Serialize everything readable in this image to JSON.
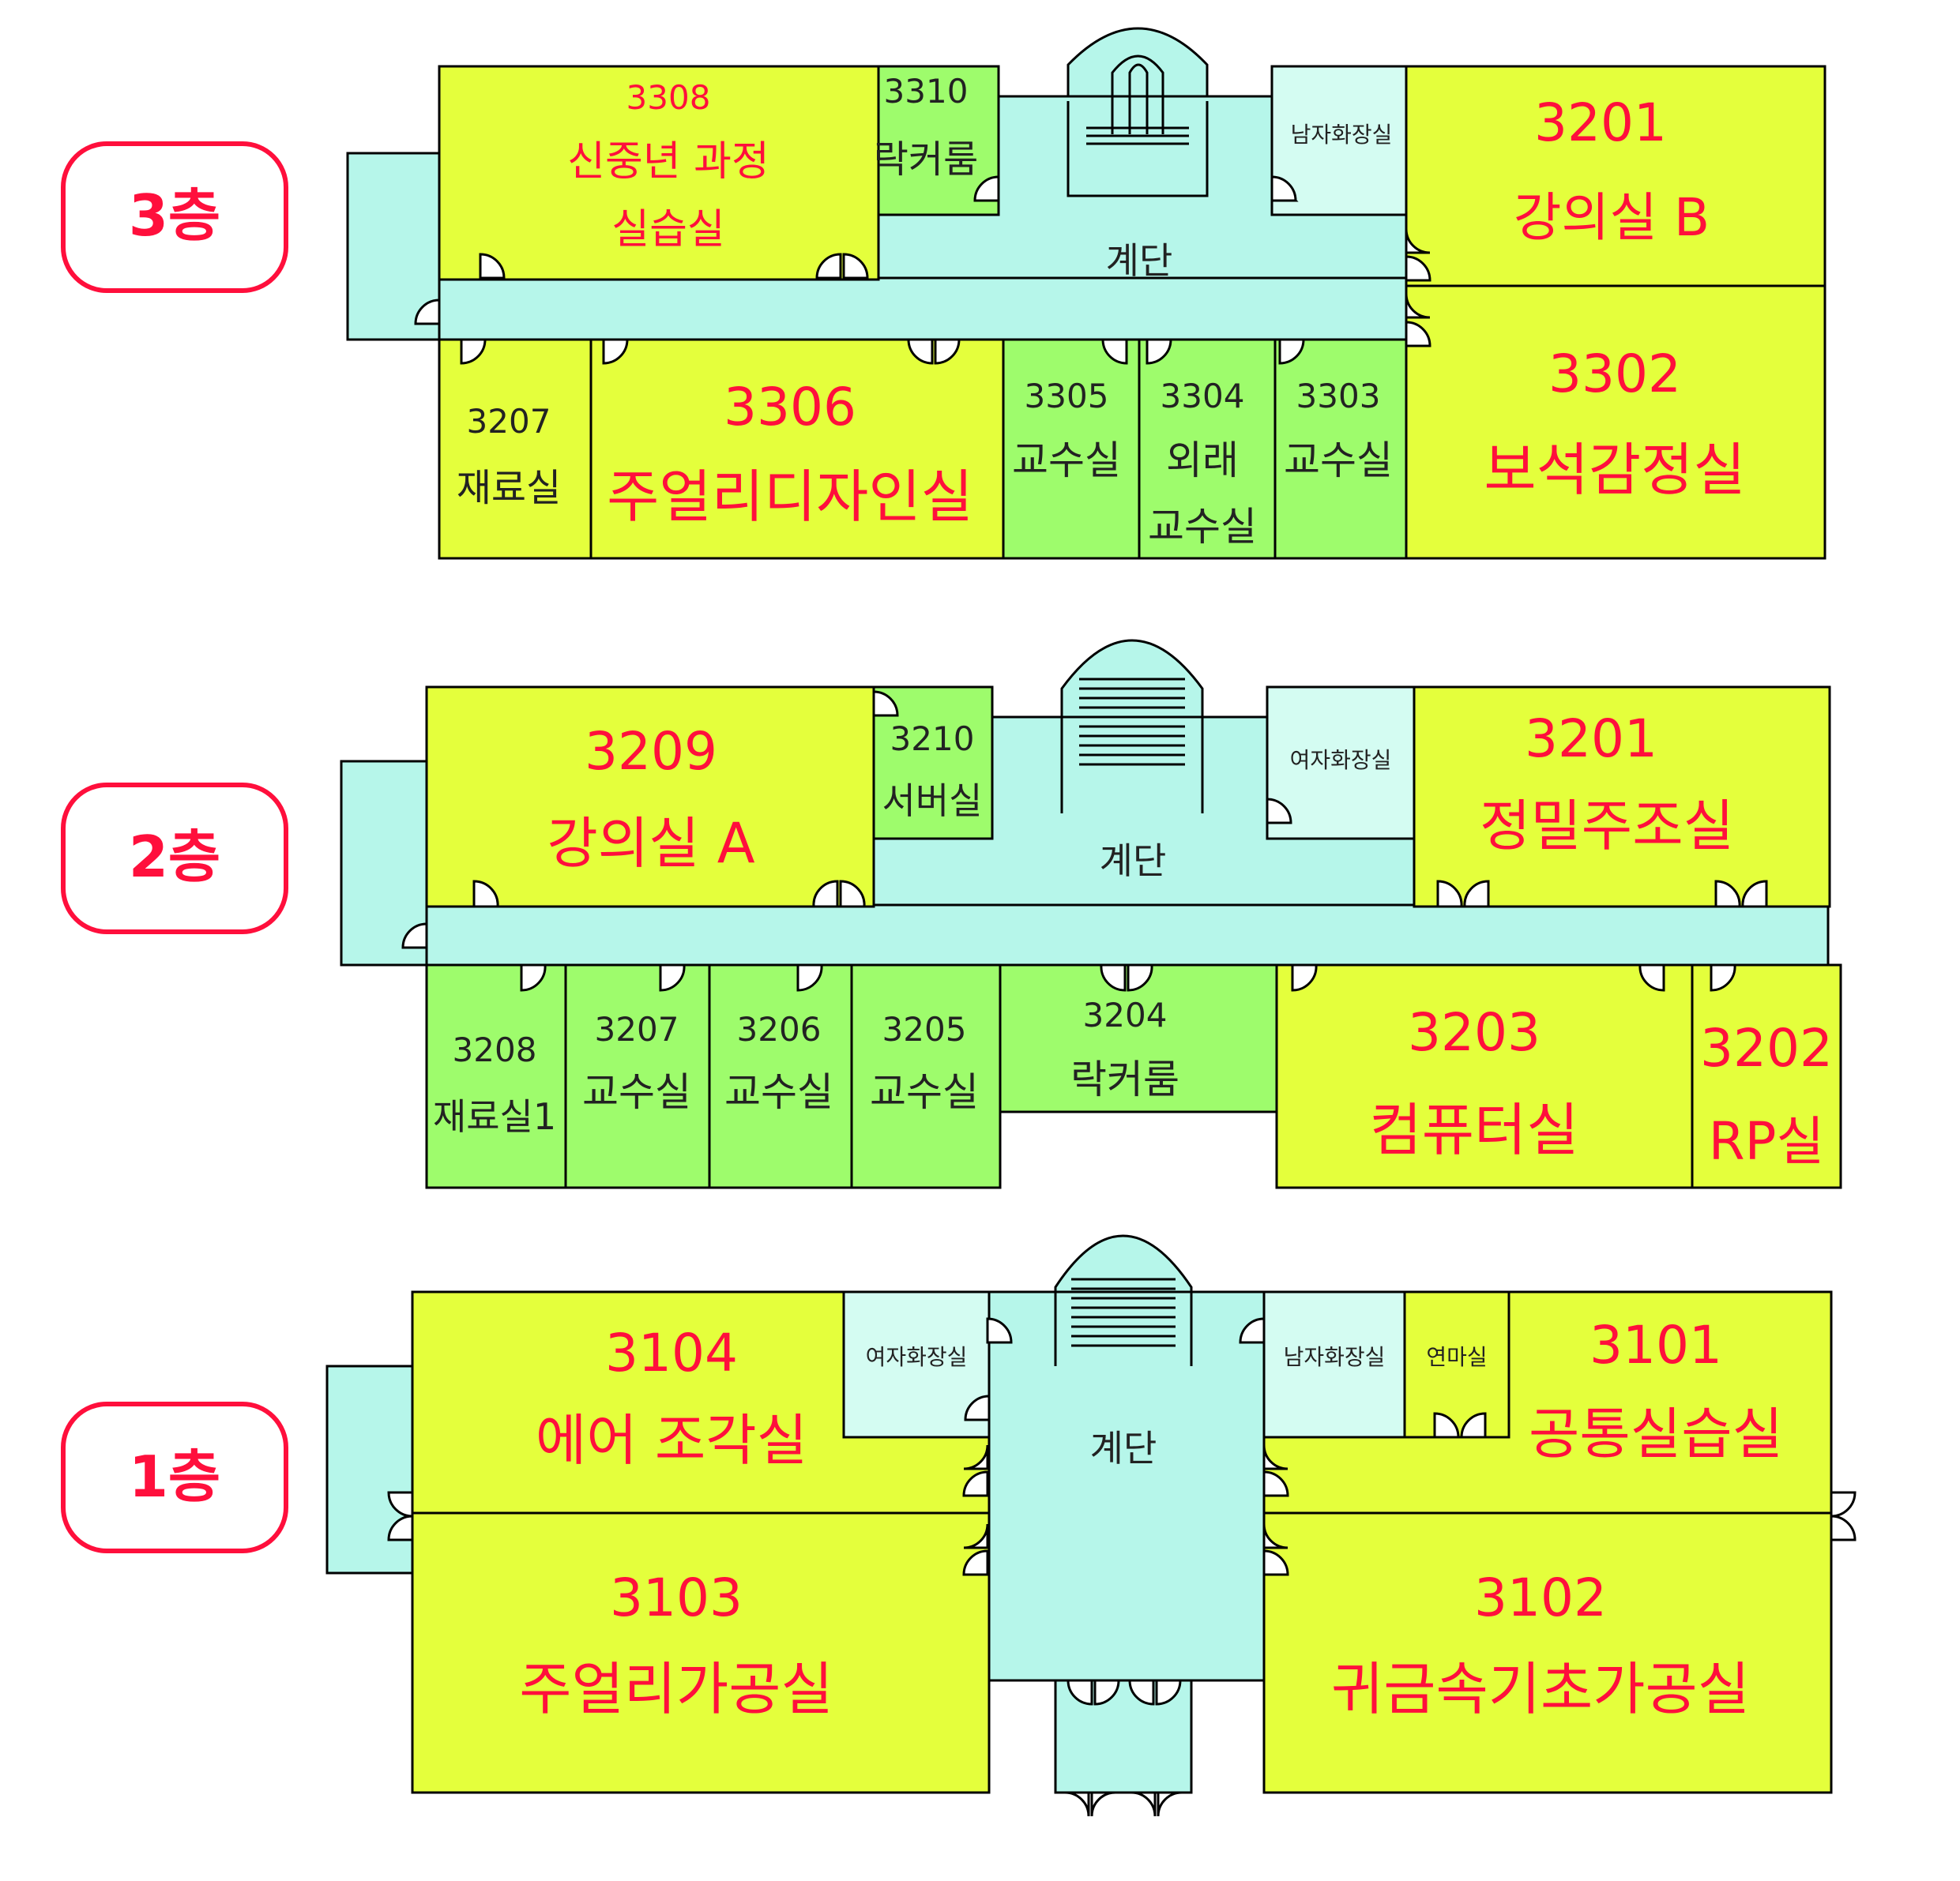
{
  "floors": [
    {
      "label": "3층",
      "rooms": [
        {
          "number": "3308",
          "name_line1": "신중년 과정",
          "name_line2": "실습실"
        },
        {
          "number": "3310",
          "name": "락커룸"
        },
        {
          "name": "남자화장실"
        },
        {
          "number": "3201",
          "name": "강의실 B"
        },
        {
          "name": "계단"
        },
        {
          "number": "3207",
          "name": "재료실"
        },
        {
          "number": "3306",
          "name": "주얼리디자인실"
        },
        {
          "number": "3305",
          "name": "교수실"
        },
        {
          "number": "3304",
          "name_line1": "외래",
          "name_line2": "교수실"
        },
        {
          "number": "3303",
          "name": "교수실"
        },
        {
          "number": "3302",
          "name": "보석감정실"
        }
      ]
    },
    {
      "label": "2층",
      "rooms": [
        {
          "number": "3209",
          "name": "강의실 A"
        },
        {
          "number": "3210",
          "name": "서버실"
        },
        {
          "name": "여자화장실"
        },
        {
          "number": "3201",
          "name": "정밀주조실"
        },
        {
          "name": "계단"
        },
        {
          "number": "3208",
          "name": "재료실1"
        },
        {
          "number": "3207",
          "name": "교수실"
        },
        {
          "number": "3206",
          "name": "교수실"
        },
        {
          "number": "3205",
          "name": "교수실"
        },
        {
          "number": "3204",
          "name": "락커룸"
        },
        {
          "number": "3203",
          "name": "컴퓨터실"
        },
        {
          "number": "3202",
          "name": "RP실"
        }
      ]
    },
    {
      "label": "1층",
      "rooms": [
        {
          "number": "3104",
          "name": "에어 조각실"
        },
        {
          "name": "여자화장실"
        },
        {
          "name": "계단"
        },
        {
          "name": "남자화장실"
        },
        {
          "name": "연마실"
        },
        {
          "number": "3101",
          "name": "공통실습실"
        },
        {
          "number": "3103",
          "name": "주얼리가공실"
        },
        {
          "number": "3102",
          "name": "귀금속기초가공실"
        }
      ]
    }
  ],
  "colors": {
    "lecture_room": "#e4ff3c",
    "office_room": "#9efc6c",
    "corridor": "#b6f6ea",
    "restroom": "#d4fcf2",
    "label_red": "#ff0f3c"
  }
}
